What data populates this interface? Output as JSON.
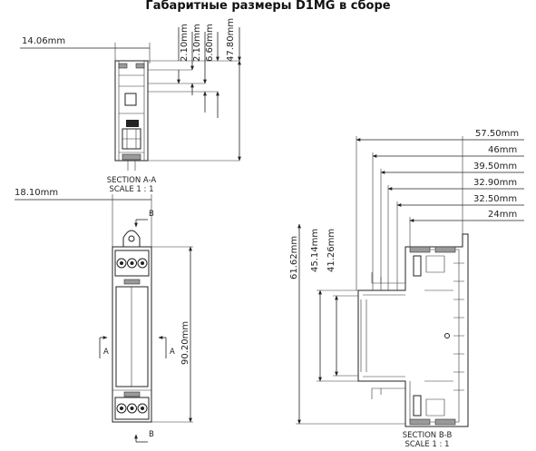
{
  "title": "Габаритные размеры D1MG в сборе",
  "section_aa": {
    "label": "SECTION  A-A",
    "scale": "SCALE  1 : 1",
    "width": "14.06mm",
    "dims": [
      "2.10mm",
      "2.10mm",
      "6.60mm",
      "47.80mm"
    ]
  },
  "front_view": {
    "width": "18.10mm",
    "height": "90.20mm",
    "cut_a": "A",
    "cut_b": "B"
  },
  "section_bb": {
    "label": "SECTION B-B",
    "scale": "SCALE  1 : 1",
    "horizontal_dims": [
      "57.50mm",
      "46mm",
      "39.50mm",
      "32.90mm",
      "32.50mm",
      "24mm"
    ],
    "vertical_dims": [
      "61.62mm",
      "45.14mm",
      "41.26mm"
    ]
  }
}
